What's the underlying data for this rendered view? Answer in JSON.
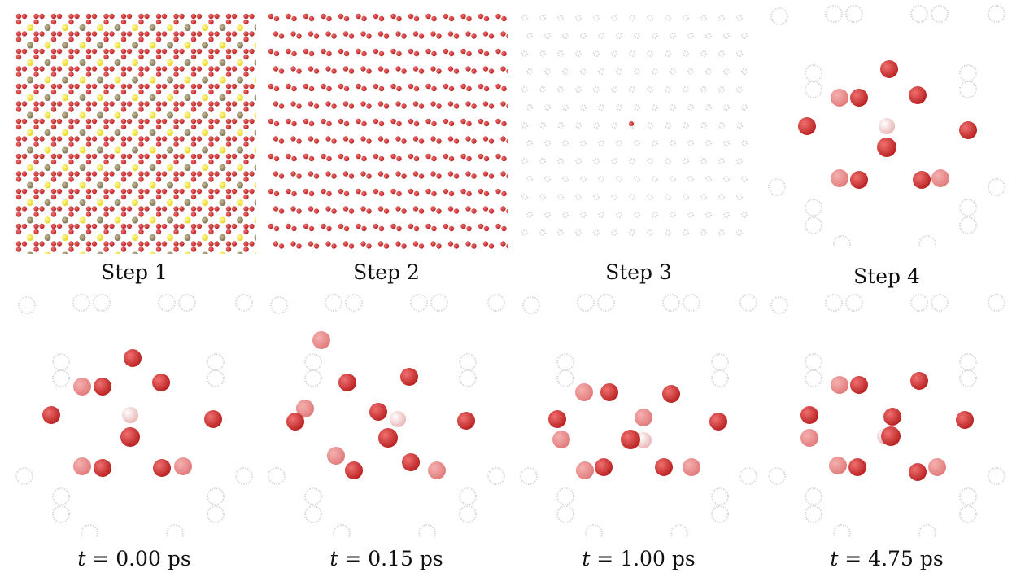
{
  "figure": {
    "captions_top": [
      "Step 1",
      "Step 2",
      "Step 3",
      "Step 4"
    ],
    "captions_bottom": [
      {
        "var": "t",
        "eq": " = ",
        "value": "0.00",
        "unit": "ps"
      },
      {
        "var": "t",
        "eq": " = ",
        "value": "0.15",
        "unit": "ps"
      },
      {
        "var": "t",
        "eq": " = ",
        "value": "1.00",
        "unit": "ps"
      },
      {
        "var": "t",
        "eq": " = ",
        "value": "4.75",
        "unit": "ps"
      }
    ],
    "colors": {
      "oxygen": "#b81f1f",
      "oxygen_light": "#e07a7a",
      "hydrogen": "#f3d3d3",
      "yellow_atom": "#e6d51f",
      "metal_atom": "#7a7055",
      "ghost": "#d8d8d8"
    }
  }
}
